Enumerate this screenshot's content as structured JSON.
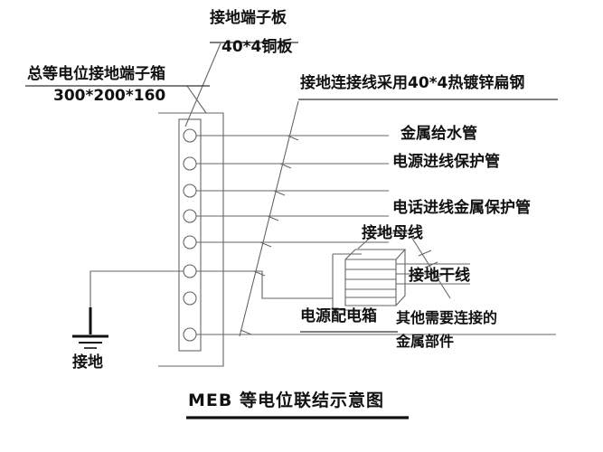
{
  "diagram": {
    "title": "MEB 等电位联结示意图",
    "labels": {
      "terminal_box": "总等电位接地端子箱",
      "terminal_box_size": "300*200*160",
      "terminal_board": "接地端子板",
      "terminal_board_spec": "40*4铜板",
      "connection_wire": "接地连接线采用40*4热镀锌扁钢",
      "water_pipe": "金属给水管",
      "power_inlet_conduit": "电源进线保护管",
      "telephone_inlet_conduit": "电话进线金属保护管",
      "earth_busbar": "接地母线",
      "earth_trunk": "接地干线",
      "power_distribution_box": "电源配电箱",
      "other_parts_line1": "其他需要连接的",
      "other_parts_line2": "金属部件",
      "ground": "接地"
    },
    "colors": {
      "line": "#555555",
      "line_dark": "#111111",
      "text": "#111111",
      "background": "#ffffff"
    },
    "terminal_count": 8
  }
}
